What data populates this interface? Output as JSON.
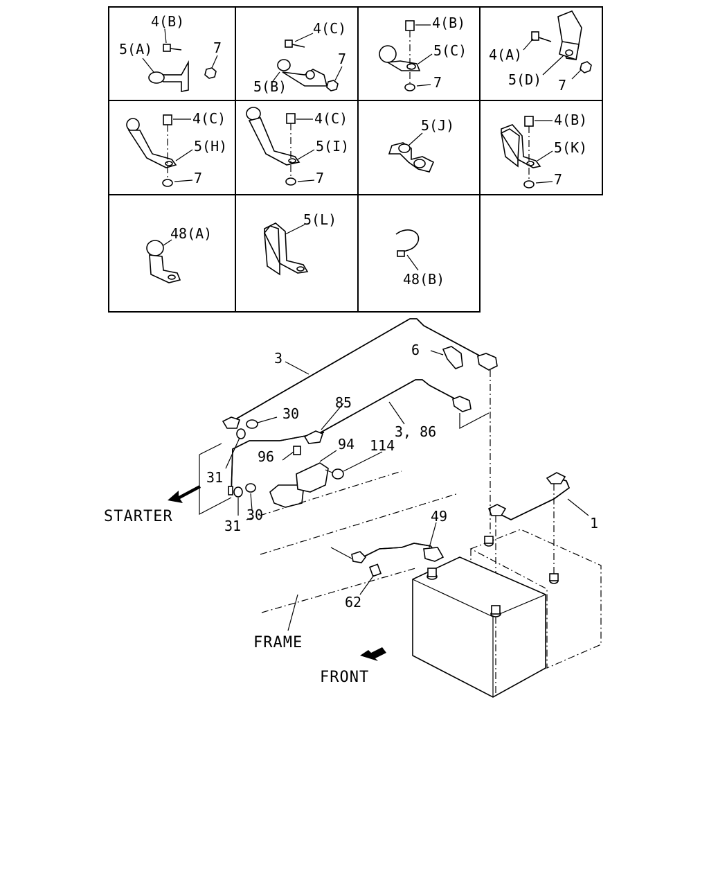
{
  "grid": {
    "cells": [
      {
        "id": "c1",
        "labels": [
          "4(B)",
          "5(A)",
          "7"
        ]
      },
      {
        "id": "c2",
        "labels": [
          "4(C)",
          "7",
          "5(B)"
        ]
      },
      {
        "id": "c3",
        "labels": [
          "4(B)",
          "5(C)",
          "7"
        ]
      },
      {
        "id": "c4",
        "labels": [
          "4(A)",
          "5(D)",
          "7"
        ]
      },
      {
        "id": "c5",
        "labels": [
          "4(C)",
          "5(H)",
          "7"
        ]
      },
      {
        "id": "c6",
        "labels": [
          "4(C)",
          "5(I)",
          "7"
        ]
      },
      {
        "id": "c7",
        "labels": [
          "5(J)"
        ]
      },
      {
        "id": "c8",
        "labels": [
          "4(B)",
          "5(K)",
          "7"
        ]
      },
      {
        "id": "c9",
        "labels": [
          "48(A)"
        ]
      },
      {
        "id": "c10",
        "labels": [
          "5(L)"
        ]
      },
      {
        "id": "c11",
        "labels": [
          "48(B)"
        ]
      }
    ]
  },
  "main": {
    "callouts": [
      "3",
      "6",
      "30",
      "85",
      "3, 86",
      "31",
      "94",
      "114",
      "96",
      "31",
      "30",
      "49",
      "1",
      "62"
    ],
    "words": {
      "starter": "STARTER",
      "frame": "FRAME",
      "front": "FRONT"
    }
  }
}
